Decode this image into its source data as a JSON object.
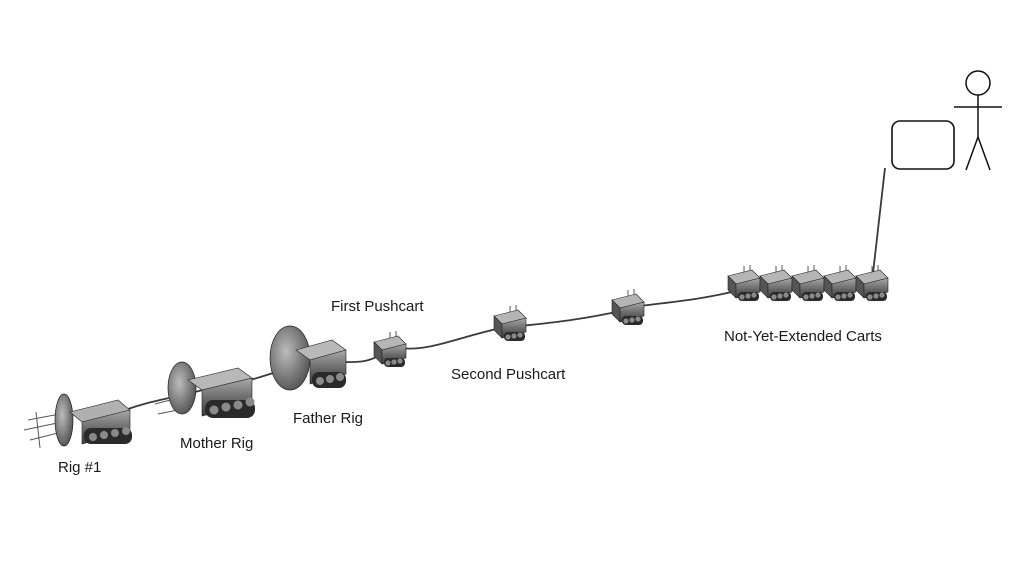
{
  "labels": {
    "rig1": "Rig #1",
    "mother_rig": "Mother Rig",
    "father_rig": "Father Rig",
    "first_pushcart": "First Pushcart",
    "second_pushcart": "Second Pushcart",
    "not_yet_extended": "Not-Yet-Extended Carts"
  },
  "colors": {
    "cart_body": "#6b6b6b",
    "cart_dark": "#2e2e2e",
    "tether": "#3a3a3a",
    "outline": "#111111"
  },
  "icons": {
    "operator": "stick-figure-icon",
    "control_station": "monitor-icon"
  }
}
